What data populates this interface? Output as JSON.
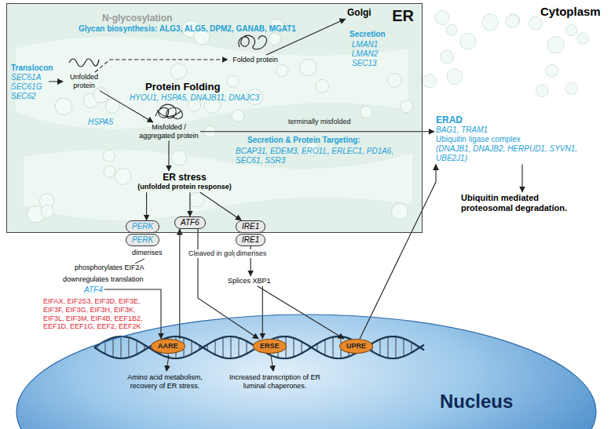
{
  "diagram": {
    "nodes": [
      {
        "text": [
          "ER"
        ]
      },
      {
        "text": [
          "Translocon",
          "SEC61A SEC61G SEC62"
        ],
        "in": 0
      },
      {
        "text": [
          "Unfolded protein"
        ],
        "in": 0
      },
      {
        "text": [
          "Folded protein"
        ],
        "in": 0
      },
      {
        "text": [
          "Golgi"
        ],
        "in": 0
      },
      {
        "text": [
          "Misfolded / aggregated protein"
        ],
        "in": 0
      },
      {
        "text": [
          "ERAD",
          "BAG1, TRAM1",
          "Ubiquitin ligase complex",
          "(DNAJB1, DNAJB2, HERPUD1, SYVN1, UBE2J1)"
        ]
      },
      {
        "text": [
          "Ubiquitin mediated proteosomal degradation."
        ]
      },
      {
        "text": [
          "ER stress",
          "(unfolded protein response)"
        ],
        "in": 0
      },
      {
        "text": [
          "PERK"
        ]
      },
      {
        "text": [
          "PERK"
        ]
      },
      {
        "text": [
          "ATF6"
        ]
      },
      {
        "text": [
          "IRE1"
        ]
      },
      {
        "text": [
          "IRE1"
        ]
      },
      {
        "text": [
          "ATF4"
        ]
      },
      {
        "text": [
          "Splices XBP1"
        ]
      },
      {
        "text": [
          "Nucleus"
        ]
      },
      {
        "text": [
          "AARE"
        ],
        "in": 16
      },
      {
        "text": [
          "ERSE"
        ],
        "in": 16
      },
      {
        "text": [
          "UPRE"
        ],
        "in": 16
      }
    ],
    "edges": [
      {
        "from": 2,
        "to": 3,
        "arrow": "to"
      },
      {
        "from": 3,
        "to": 4,
        "arrow": "to"
      },
      {
        "from": 2,
        "to": 5,
        "arrow": "to"
      },
      {
        "from": 5,
        "to": 6,
        "arrow": "to",
        "label": "terminally misfolded"
      },
      {
        "from": 5,
        "to": 8,
        "arrow": "to"
      },
      {
        "from": 8,
        "to": 9,
        "arrow": "to"
      },
      {
        "from": 8,
        "to": 11,
        "arrow": "to"
      },
      {
        "from": 8,
        "to": 12,
        "arrow": "to"
      },
      {
        "from": 6,
        "to": 7,
        "arrow": "to"
      },
      {
        "from": 14,
        "to": 17,
        "arrow": "to"
      },
      {
        "from": 17,
        "to": 11,
        "arrow": "to"
      },
      {
        "from": 11,
        "to": 18,
        "arrow": "to",
        "label": "Cleaved in golgi"
      },
      {
        "from": 13,
        "to": 15,
        "arrow": "to",
        "label": "dimerises"
      },
      {
        "from": 15,
        "to": 18,
        "arrow": "to"
      },
      {
        "from": 15,
        "to": 19,
        "arrow": "to"
      },
      {
        "from": 19,
        "to": 6,
        "arrow": "to"
      }
    ],
    "labels": [
      "Cytoplasm",
      "N-glycosylation",
      "Glycan biosynthesis: ALG3, ALG5, DPM2, GANAB, MGAT1",
      "Secretion",
      "LMAN1 LMAN2 SEC13",
      "Protein Folding",
      "HYOU1, HSPA5, DNAJB11, DNAJC3",
      "HSPA5",
      "Secretion & Protein Targeting:",
      "BCAP31, EDEM3, ERO1L, ERLEC1, PD1A6, SEC61, SSR3",
      "dimerises",
      "phosphorylates EIF2A",
      "downregulates translation",
      "EIFAX, EIF2S3, EIF3D, EIF3E, EIF3F, EIF3G, EIF3H, EIF3K, EIF3L, EIF3M, EIF4B, EEF1B2, EEF1D, EEF1G, EEF2, EEF2K",
      "Amino acid metabolism, recovery of ER stress.",
      "Increased transcription of ER luminal chaperones."
    ]
  }
}
